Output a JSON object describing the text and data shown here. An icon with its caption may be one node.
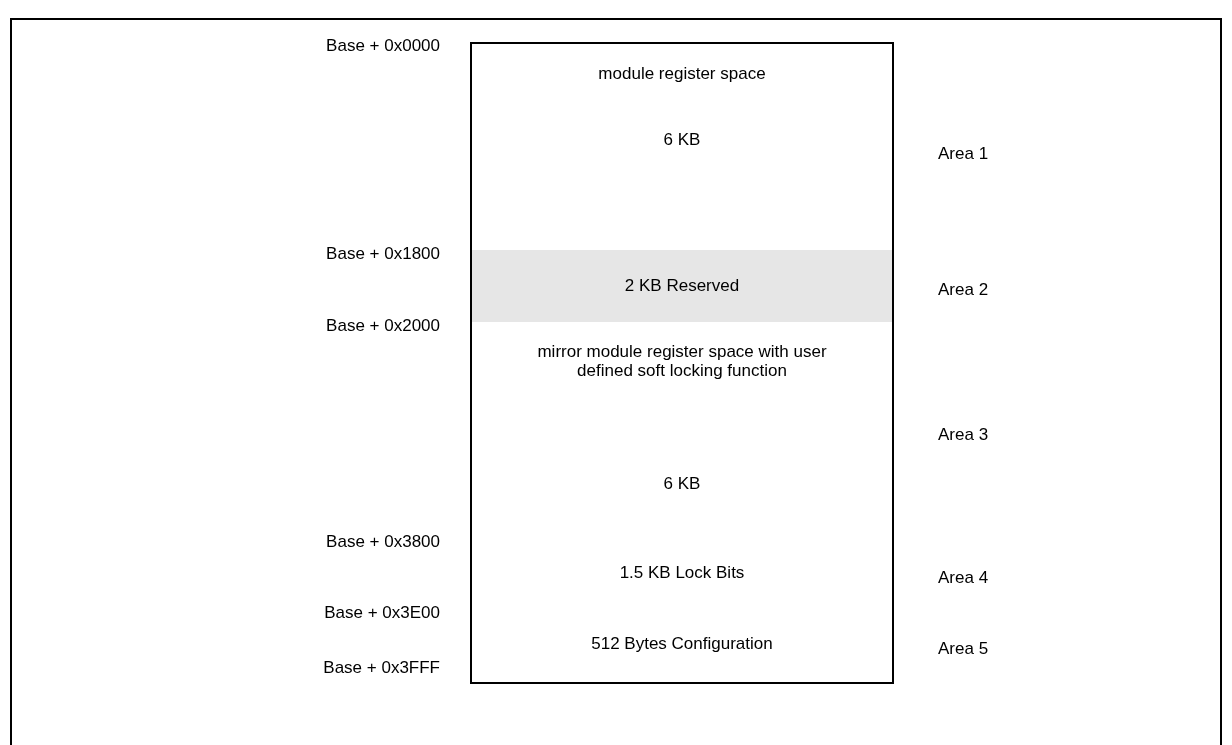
{
  "diagram": {
    "nodes": [
      {
        "text": [
          "module register space",
          "6 KB"
        ],
        "beside": [
          "Area 1"
        ]
      },
      {
        "text": [
          "2 KB Reserved"
        ],
        "beside": [
          "Area 2"
        ]
      },
      {
        "text": [
          "mirror module register space with user defined soft locking function",
          "6 KB"
        ],
        "beside": [
          "Area 3"
        ]
      },
      {
        "text": [
          "1.5 KB Lock Bits"
        ],
        "beside": [
          "Area 4"
        ]
      },
      {
        "text": [
          "512 Bytes Configuration"
        ],
        "beside": [
          "Area 5"
        ]
      }
    ],
    "labels": [
      "Base + 0x0000",
      "Base + 0x1800",
      "Base + 0x2000",
      "Base + 0x3800",
      "Base + 0x3E00",
      "Base + 0x3FFF"
    ]
  }
}
